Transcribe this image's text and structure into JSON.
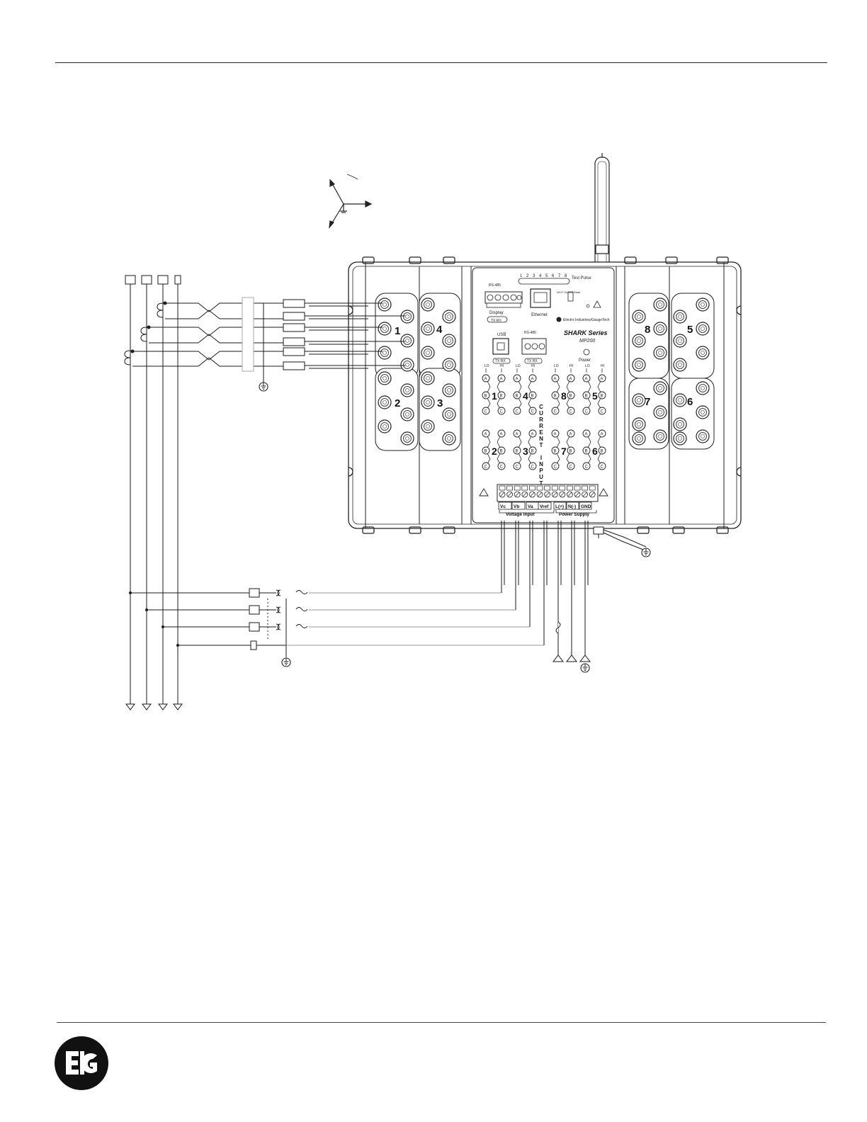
{
  "device": {
    "brand_line": "Electro Industries/GaugeTech",
    "series": "SHARK Series",
    "model": "MP200",
    "panel": {
      "test_pulse": "Test\nPulse",
      "pulse_numbers": [
        "1",
        "2",
        "3",
        "4",
        "5",
        "6",
        "7",
        "8"
      ],
      "rs485_label": "RS-485",
      "display_label": "Display",
      "display_tx_rx": "TX RX",
      "ethernet_label": "Ethernet",
      "usb_label": "USB",
      "rs485_2_label": "RS-485",
      "tx_rx": "TX RX",
      "power_led": "Power",
      "wifi_closed_label": "Wi-Fi\nClosed\nState",
      "current_inputs": "CURRENT INPUTS",
      "hi": "HI",
      "lo": "LO",
      "phase_letters": [
        "A",
        "B",
        "C"
      ],
      "module_numbers_left": [
        "1",
        "4",
        "2",
        "3"
      ],
      "module_numbers_right": [
        "8",
        "5",
        "7",
        "6"
      ],
      "center_modules_top": [
        "1",
        "4",
        "8",
        "5"
      ],
      "center_modules_bottom": [
        "2",
        "3",
        "7",
        "6"
      ]
    },
    "terminals": {
      "voltage": [
        "Vc",
        "Vb",
        "Va",
        "Vref"
      ],
      "power": [
        "L(+)",
        "N(-)",
        "GND"
      ],
      "voltage_group_label": "Voltage Input",
      "power_group_label": "Power Supply"
    }
  },
  "colors": {
    "line": "#1a1a1a",
    "light": "#9a9a9a",
    "panel": "#ffffff"
  },
  "icons": [
    "ground-icon",
    "antenna-icon",
    "warning-icon",
    "phasor-diagram-icon",
    "eig-logo-icon"
  ]
}
